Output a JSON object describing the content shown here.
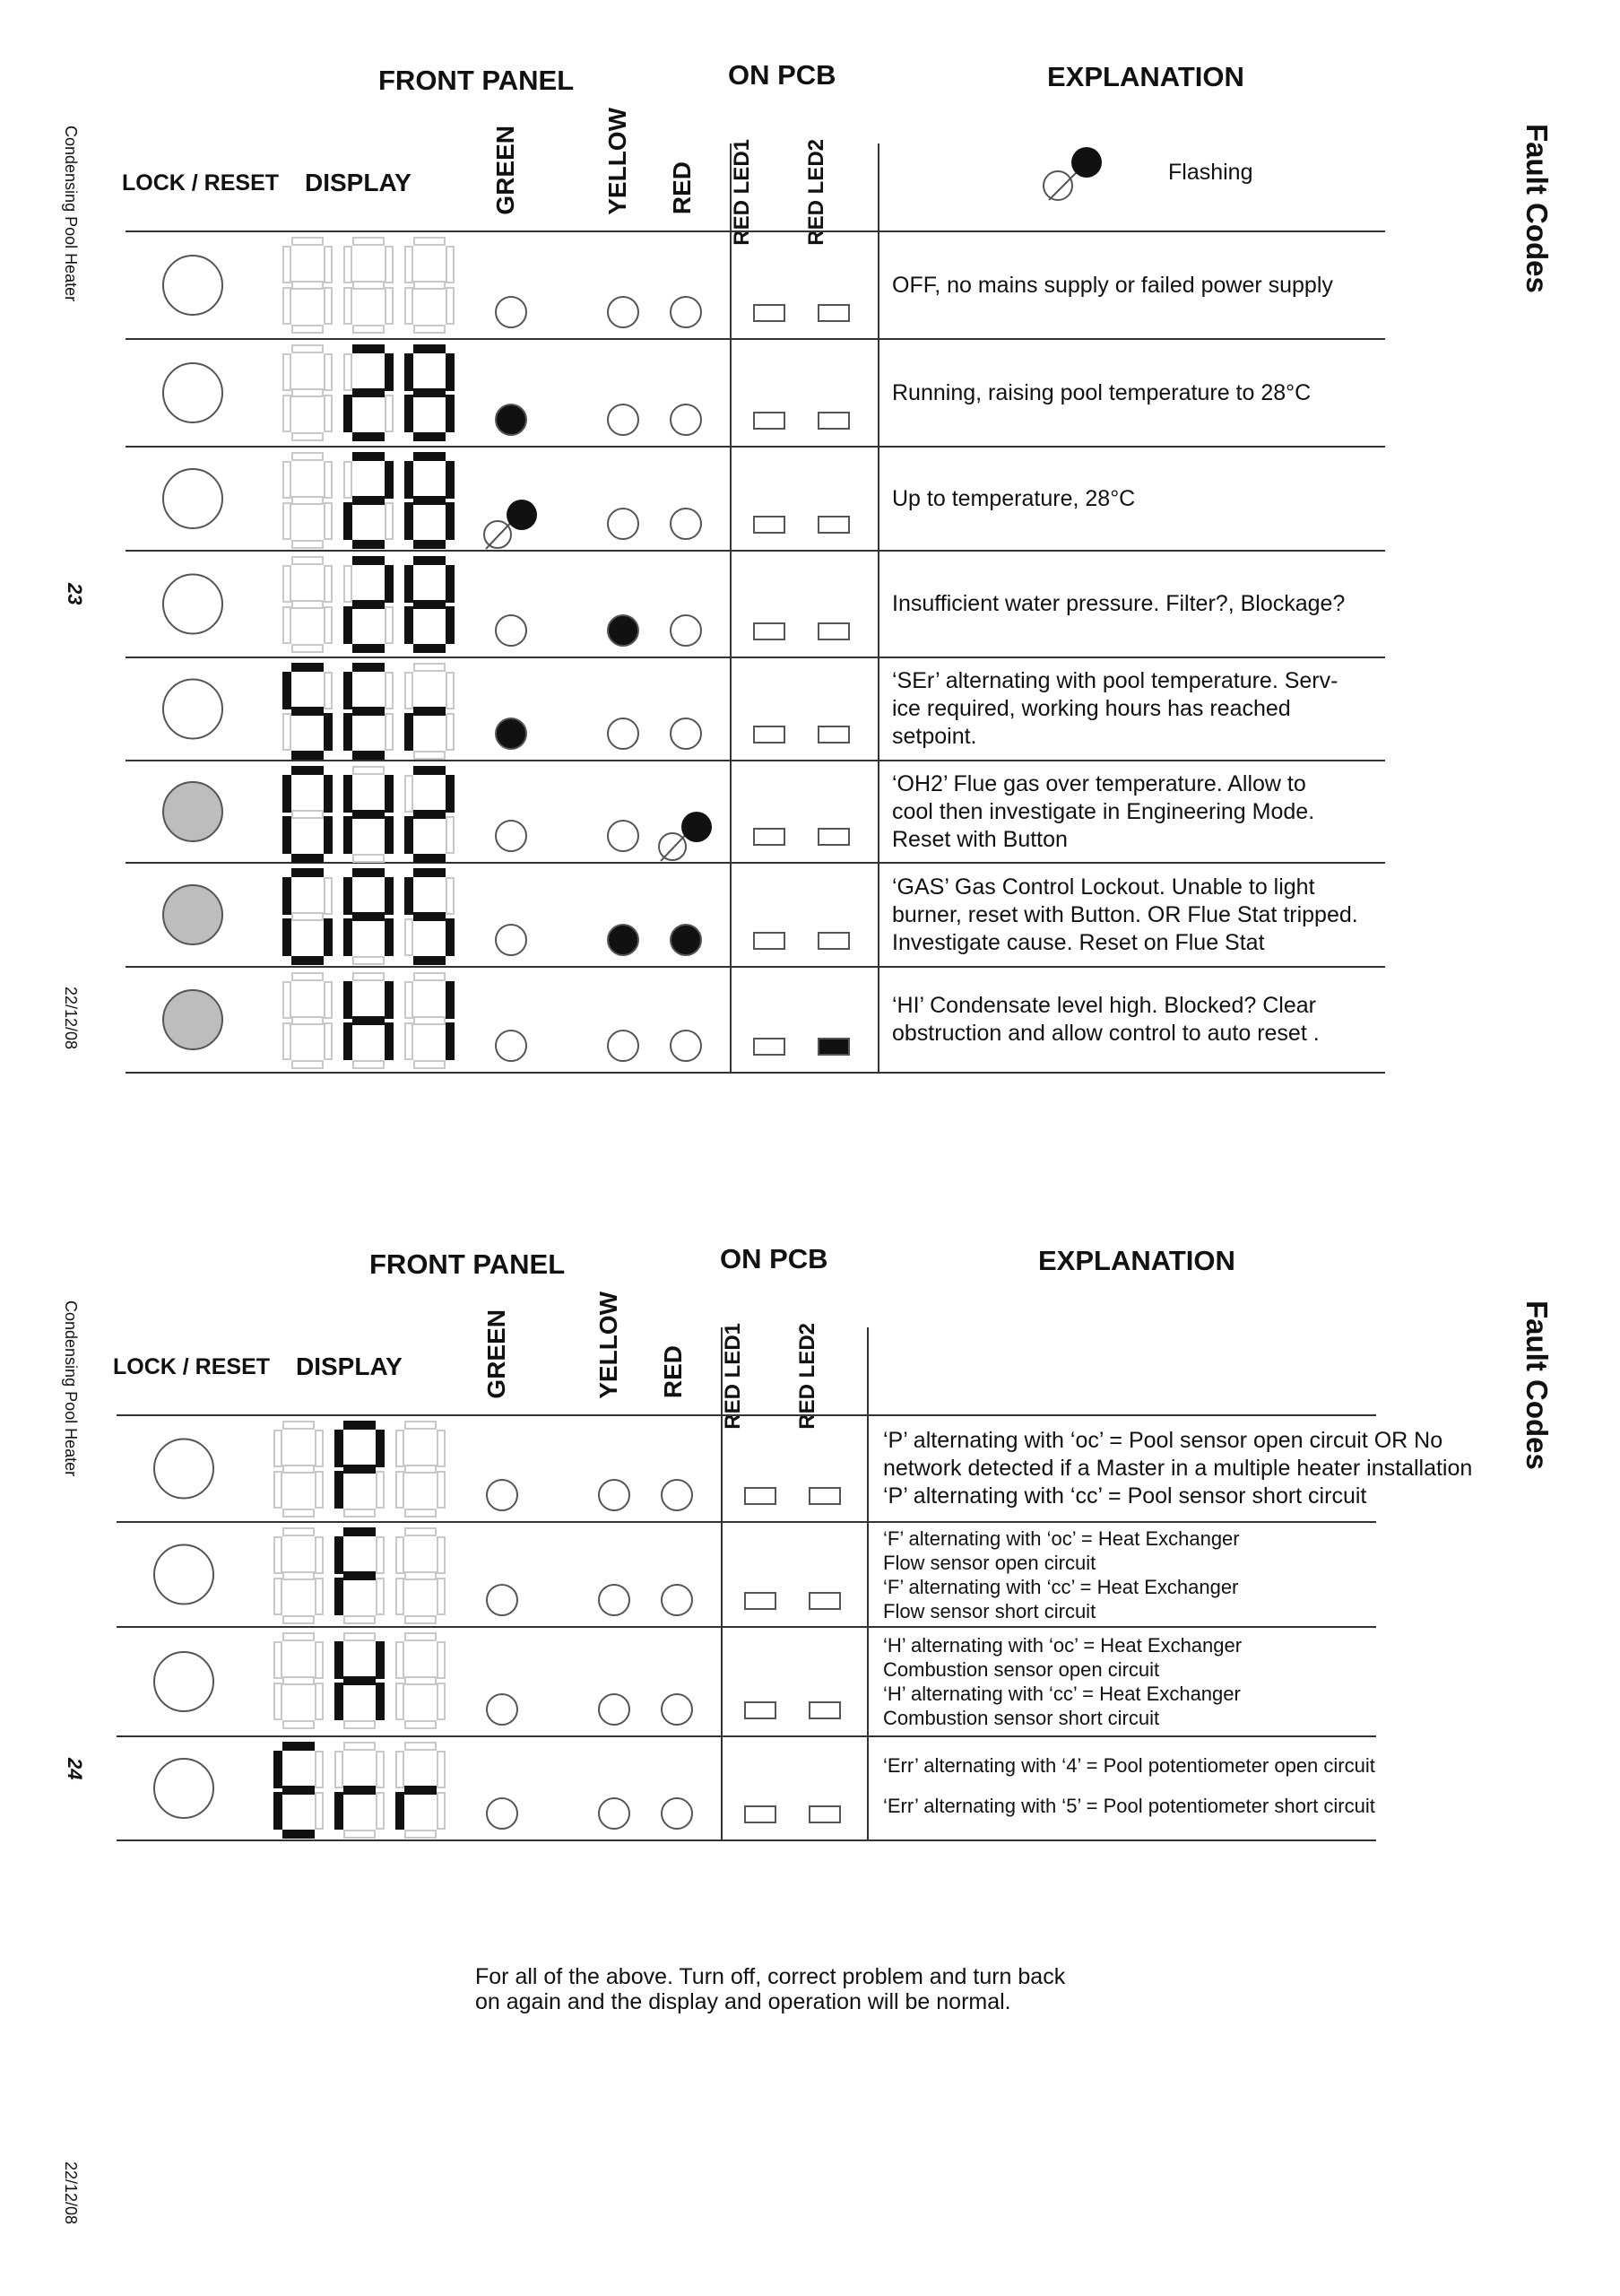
{
  "side_text": {
    "left_title": "Condensing Pool Heater",
    "right_title": "Fault Codes",
    "date": "22/12/08"
  },
  "sections": [
    {
      "page_number": "23",
      "headers": {
        "front_panel": "FRONT PANEL",
        "on_pcb": "ON PCB",
        "explanation": "EXPLANATION"
      },
      "columns": {
        "lock_reset": "LOCK / RESET",
        "display": "DISPLAY",
        "green": "GREEN",
        "yellow": "YELLOW",
        "red": "RED",
        "red_led1": "RED LED1",
        "red_led2": "RED LED2"
      },
      "legend": {
        "flashing": "Flashing"
      },
      "rows": [
        {
          "display": "",
          "lock": "off",
          "green": "off",
          "yellow": "off",
          "red": "off",
          "led1": "off",
          "led2": "off",
          "text": [
            "OFF, no mains supply or failed power supply"
          ]
        },
        {
          "display": "28",
          "lock": "off",
          "green": "on",
          "yellow": "off",
          "red": "off",
          "led1": "off",
          "led2": "off",
          "text": [
            "Running, raising pool temperature to 28°C"
          ]
        },
        {
          "display": "28",
          "lock": "off",
          "green": "flash",
          "yellow": "off",
          "red": "off",
          "led1": "off",
          "led2": "off",
          "text": [
            "Up to temperature, 28°C"
          ]
        },
        {
          "display": "28",
          "lock": "off",
          "green": "off",
          "yellow": "on",
          "red": "off",
          "led1": "off",
          "led2": "off",
          "text": [
            "Insufficient water pressure. Filter?, Blockage?"
          ]
        },
        {
          "display": "SEr",
          "lock": "off",
          "green": "on",
          "yellow": "off",
          "red": "off",
          "led1": "off",
          "led2": "off",
          "text": [
            "‘SEr’ alternating with pool temperature. Serv-",
            "ice required, working hours has reached",
            "setpoint."
          ]
        },
        {
          "display": "OH2",
          "lock": "grey",
          "green": "off",
          "yellow": "off",
          "red": "flash",
          "led1": "off",
          "led2": "off",
          "text": [
            "‘OH2’ Flue gas over temperature. Allow to",
            "cool then investigate in Engineering Mode.",
            "Reset with Button"
          ]
        },
        {
          "display": "GAS",
          "lock": "grey",
          "green": "off",
          "yellow": "on",
          "red": "on",
          "led1": "off",
          "led2": "off",
          "text": [
            "‘GAS’ Gas Control Lockout. Unable to light",
            "burner, reset with Button. OR Flue Stat tripped.",
            "Investigate cause. Reset on Flue Stat"
          ]
        },
        {
          "display": "HI",
          "lock": "grey",
          "green": "off",
          "yellow": "off",
          "red": "off",
          "led1": "off",
          "led2": "on",
          "text": [
            "‘HI’ Condensate level high. Blocked? Clear",
            "obstruction and allow control to auto reset ."
          ]
        }
      ]
    },
    {
      "page_number": "24",
      "headers": {
        "front_panel": "FRONT PANEL",
        "on_pcb": "ON PCB",
        "explanation": "EXPLANATION"
      },
      "columns": {
        "lock_reset": "LOCK / RESET",
        "display": "DISPLAY",
        "green": "GREEN",
        "yellow": "YELLOW",
        "red": "RED",
        "red_led1": "RED LED1",
        "red_led2": "RED LED2"
      },
      "rows": [
        {
          "display": "P",
          "lock": "off",
          "green": "off",
          "yellow": "off",
          "red": "off",
          "led1": "off",
          "led2": "off",
          "text": [
            "‘P’ alternating with ‘oc’ = Pool sensor open circuit OR No",
            "network detected if a Master in a multiple heater installation",
            "‘P’ alternating with ‘cc’ = Pool sensor short circuit"
          ]
        },
        {
          "display": "F",
          "lock": "off",
          "green": "off",
          "yellow": "off",
          "red": "off",
          "led1": "off",
          "led2": "off",
          "text": [
            "‘F’ alternating with ‘oc’ = Heat Exchanger",
            "Flow sensor open circuit",
            "‘F’ alternating with ‘cc’ = Heat Exchanger",
            "Flow sensor short circuit"
          ]
        },
        {
          "display": "H",
          "lock": "off",
          "green": "off",
          "yellow": "off",
          "red": "off",
          "led1": "off",
          "led2": "off",
          "text": [
            "‘H’ alternating with ‘oc’ = Heat Exchanger",
            "Combustion sensor open circuit",
            "‘H’ alternating with ‘cc’ = Heat Exchanger",
            "Combustion sensor short circuit"
          ]
        },
        {
          "display": "Err",
          "lock": "off",
          "green": "off",
          "yellow": "off",
          "red": "off",
          "led1": "off",
          "led2": "off",
          "text": [
            "‘Err’ alternating with ‘4’ = Pool potentiometer open circuit",
            "‘Err’ alternating with ‘5’ = Pool potentiometer short circuit"
          ]
        }
      ],
      "footer": [
        "For all of the above. Turn off, correct problem and turn back",
        "on again and the display and operation will be normal."
      ]
    }
  ]
}
